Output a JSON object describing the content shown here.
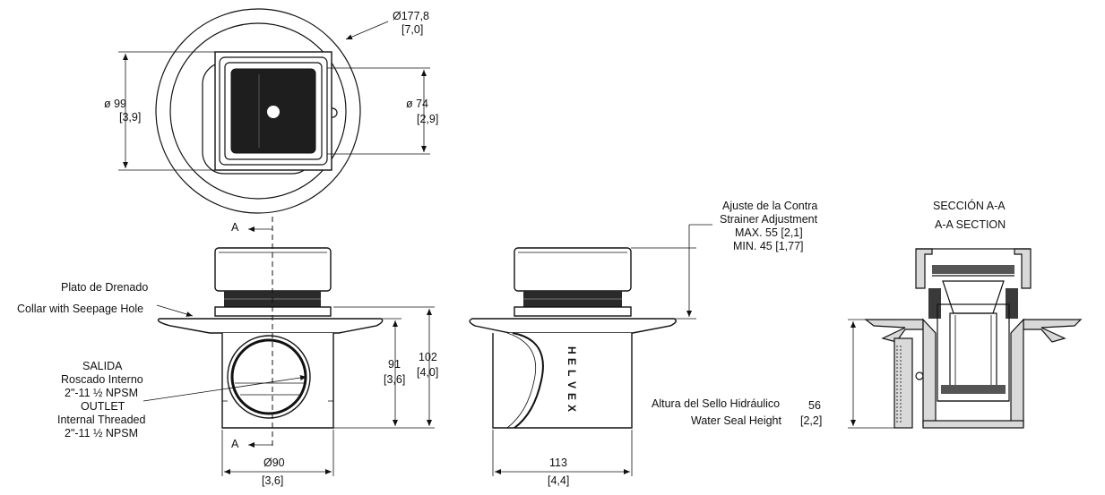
{
  "top_view": {
    "outer_diameter_mm": "Ø177,8",
    "outer_diameter_in": "[7,0]",
    "square_left_mm": "ø  99",
    "square_left_in": "[3,9]",
    "square_right_mm": "ø  74",
    "square_right_in": "[2,9]"
  },
  "front_view": {
    "section_marker": "A",
    "collar_label_es": "Plato de Drenado",
    "collar_label_en": "Collar with Seepage Hole",
    "outlet_label_es_1": "SALIDA",
    "outlet_label_es_2": "Roscado Interno",
    "outlet_label_es_3": "2\"-11 ½ NPSM",
    "outlet_label_en_1": "OUTLET",
    "outlet_label_en_2": "Internal Threaded",
    "outlet_label_en_3": "2\"-11 ½ NPSM",
    "width_mm": "Ø90",
    "width_in": "[3,6]",
    "height_inner_mm": "91",
    "height_inner_in": "[3,6]",
    "height_outer_mm": "102",
    "height_outer_in": "[4,0]"
  },
  "side_view": {
    "brand": [
      "H",
      "E",
      "L",
      "V",
      "E",
      "X"
    ],
    "adjust_es_1": "Ajuste de la Contra",
    "adjust_en_1": "Strainer Adjustment",
    "adjust_max": "MAX. 55 [2,1]",
    "adjust_min": "MIN. 45 [1,77]",
    "width_mm": "113",
    "width_in": "[4,4]"
  },
  "section_view": {
    "title_es": "SECCIÓN A-A",
    "title_en": "A-A SECTION",
    "seal_es": "Altura del Sello Hidráulico",
    "seal_en": "Water Seal Height",
    "seal_mm": "56",
    "seal_in": "[2,2]"
  }
}
